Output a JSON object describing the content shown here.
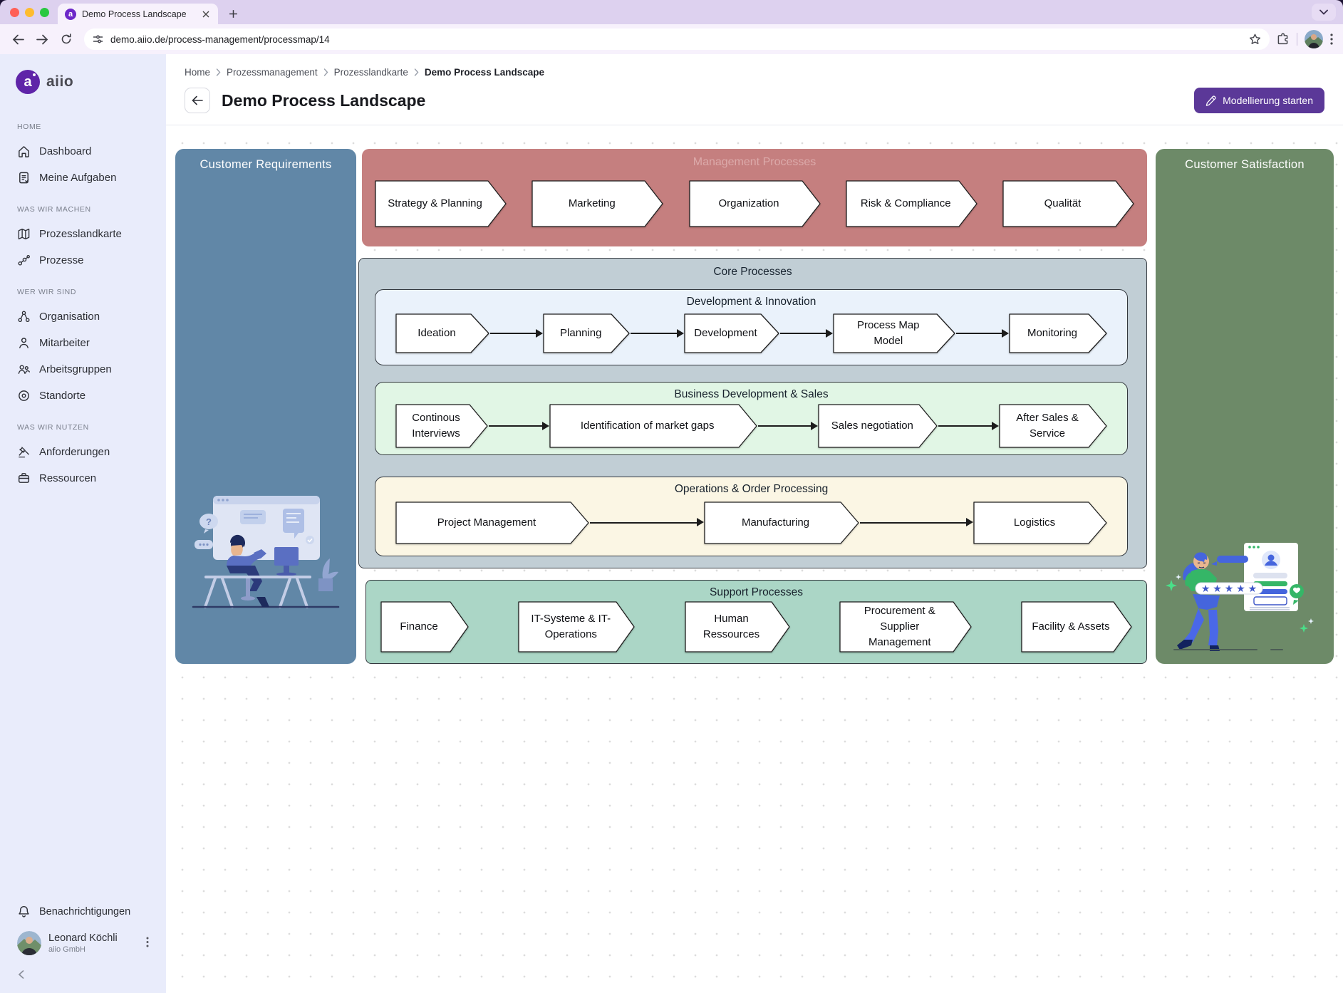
{
  "browser": {
    "tab_title": "Demo Process Landscape",
    "url": "demo.aiio.de/process-management/processmap/14"
  },
  "sidebar": {
    "logo_text": "aiio",
    "logo_letter": "a",
    "sections": [
      {
        "header": "HOME",
        "items": [
          {
            "label": "Dashboard"
          },
          {
            "label": "Meine Aufgaben"
          }
        ]
      },
      {
        "header": "WAS WIR MACHEN",
        "items": [
          {
            "label": "Prozesslandkarte"
          },
          {
            "label": "Prozesse"
          }
        ]
      },
      {
        "header": "WER WIR SIND",
        "items": [
          {
            "label": "Organisation"
          },
          {
            "label": "Mitarbeiter"
          },
          {
            "label": "Arbeitsgruppen"
          },
          {
            "label": "Standorte"
          }
        ]
      },
      {
        "header": "WAS WIR NUTZEN",
        "items": [
          {
            "label": "Anforderungen"
          },
          {
            "label": "Ressourcen"
          }
        ]
      }
    ],
    "notifications_label": "Benachrichtigungen",
    "user": {
      "name": "Leonard Köchli",
      "org": "aiio GmbH"
    }
  },
  "header": {
    "breadcrumb": [
      "Home",
      "Prozessmanagement",
      "Prozesslandkarte",
      "Demo Process Landscape"
    ],
    "title": "Demo Process Landscape",
    "action_button": "Modellierung starten"
  },
  "diagram": {
    "left_column": {
      "title": "Customer Requirements"
    },
    "right_column": {
      "title": "Customer Satisfaction"
    },
    "management": {
      "title": "Management Processes",
      "steps": [
        "Strategy & Planning",
        "Marketing",
        "Organization",
        "Risk & Compliance",
        "Qualität"
      ]
    },
    "core": {
      "title": "Core Processes",
      "rows": [
        {
          "title": "Development & Innovation",
          "steps": [
            "Ideation",
            "Planning",
            "Development",
            "Process Map Model",
            "Monitoring"
          ]
        },
        {
          "title": "Business Development & Sales",
          "steps": [
            "Continous Interviews",
            "Identification of market gaps",
            "Sales negotiation",
            "After Sales & Service"
          ]
        },
        {
          "title": "Operations & Order Processing",
          "steps": [
            "Project Management",
            "Manufacturing",
            "Logistics"
          ]
        }
      ]
    },
    "support": {
      "title": "Support Processes",
      "steps": [
        "Finance",
        "IT-Systeme & IT-Operations",
        "Human Ressources",
        "Procurement & Supplier Management",
        "Facility & Assets"
      ]
    }
  },
  "colors": {
    "accent_purple": "#5b3898",
    "brand_purple": "#5f24a8",
    "management_bg": "#c57f7f",
    "core_bg": "#c1ced5",
    "development_bg": "#eaf2fb",
    "business_bg": "#e1f6e5",
    "operations_bg": "#fbf6e4",
    "support_bg": "#abd6c6",
    "left_column_bg": "#6187a7",
    "right_column_bg": "#6d8a68",
    "sidebar_bg": "#e9ecfb",
    "chrome_bg": "#ddd1ef"
  }
}
